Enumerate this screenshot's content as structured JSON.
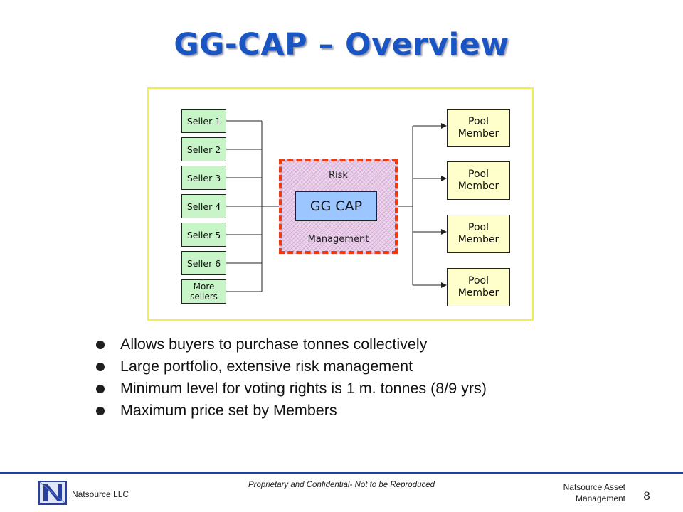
{
  "slide": {
    "title": "GG-CAP – Overview"
  },
  "diagram": {
    "sellers": [
      {
        "label": "Seller 1"
      },
      {
        "label": "Seller 2"
      },
      {
        "label": "Seller 3"
      },
      {
        "label": "Seller 4"
      },
      {
        "label": "Seller 5"
      },
      {
        "label": "Seller 6"
      },
      {
        "label_line1": "More",
        "label_line2": "sellers"
      }
    ],
    "risk_label_top": "Risk",
    "risk_label_bottom": "Management",
    "center_label": "GG CAP",
    "members": [
      {
        "line1": "Pool",
        "line2": "Member"
      },
      {
        "line1": "Pool",
        "line2": "Member"
      },
      {
        "line1": "Pool",
        "line2": "Member"
      },
      {
        "line1": "Pool",
        "line2": "Member"
      }
    ],
    "colors": {
      "seller_fill": "#c8f5c8",
      "member_fill": "#ffffcc",
      "center_fill": "#9cc6ff",
      "risk_border": "#f03a10",
      "frame_border": "#f2ee4c"
    }
  },
  "bullets": [
    "Allows buyers to purchase tonnes collectively",
    "Large portfolio, extensive risk management",
    "Minimum level for voting rights is 1 m. tonnes (8/9 yrs)",
    "Maximum price set by Members"
  ],
  "footer": {
    "company": "Natsource LLC",
    "confidentiality": "Proprietary and Confidential- Not to be Reproduced",
    "right_line1": "Natsource Asset",
    "right_line2": "Management",
    "page_number": "8",
    "logo_icon": "natsource-n-logo-icon"
  }
}
